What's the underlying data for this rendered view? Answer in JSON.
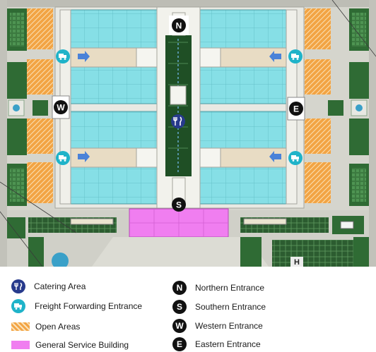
{
  "colors": {
    "hall": "#86dfe6",
    "open_area": "#f2a444",
    "general_service": "#f07ef0",
    "grass": "#2e6b35",
    "pavement": "#c8c8c0",
    "road": "#e6e6e0",
    "catering": "#273a8c",
    "freight": "#1fb3c9",
    "entrance": "#111111"
  },
  "map": {
    "entrances": {
      "north": "N",
      "south": "S",
      "west": "W",
      "east": "E"
    },
    "helipad": "H"
  },
  "legend": {
    "items": [
      {
        "key": "catering",
        "label": "Catering Area",
        "icon": "fork-knife-icon"
      },
      {
        "key": "freight",
        "label": "Freight Forwarding Entrance",
        "icon": "truck-icon"
      },
      {
        "key": "open",
        "label": "Open Areas",
        "icon": "hatched-swatch"
      },
      {
        "key": "service",
        "label": "General Service Building",
        "icon": "pink-swatch"
      },
      {
        "key": "north",
        "label": "Northern Entrance",
        "icon": "N"
      },
      {
        "key": "south",
        "label": "Southern Entrance",
        "icon": "S"
      },
      {
        "key": "west",
        "label": "Western Entrance",
        "icon": "W"
      },
      {
        "key": "east",
        "label": "Eastern Entrance",
        "icon": "E"
      }
    ]
  }
}
